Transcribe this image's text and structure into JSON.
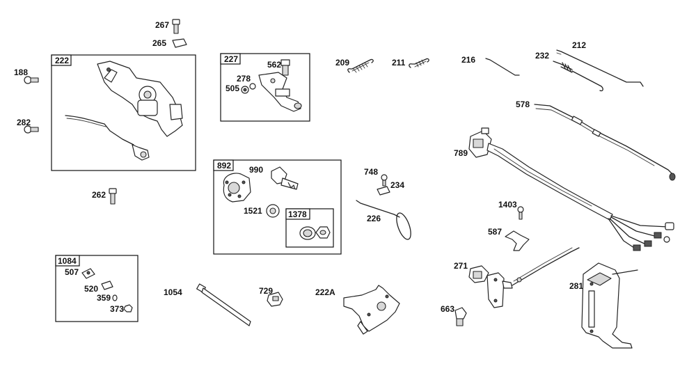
{
  "diagram": {
    "group_boxes": [
      {
        "id": "222",
        "label": "222"
      },
      {
        "id": "227",
        "label": "227"
      },
      {
        "id": "892",
        "label": "892"
      },
      {
        "id": "1378",
        "label": "1378"
      },
      {
        "id": "1084",
        "label": "1084"
      }
    ],
    "part_labels": {
      "p267": "267",
      "p265": "265",
      "p188": "188",
      "p282": "282",
      "p262": "262",
      "p562": "562",
      "p278": "278",
      "p505": "505",
      "p209": "209",
      "p211": "211",
      "p216": "216",
      "p232": "232",
      "p212": "212",
      "p578": "578",
      "p789": "789",
      "p990": "990",
      "p1521": "1521",
      "p748": "748",
      "p234": "234",
      "p226": "226",
      "p1403": "1403",
      "p587": "587",
      "p507": "507",
      "p520": "520",
      "p359": "359",
      "p373": "373",
      "p1054": "1054",
      "p729": "729",
      "p222a": "222A",
      "p271": "271",
      "p663": "663",
      "p281": "281"
    }
  }
}
